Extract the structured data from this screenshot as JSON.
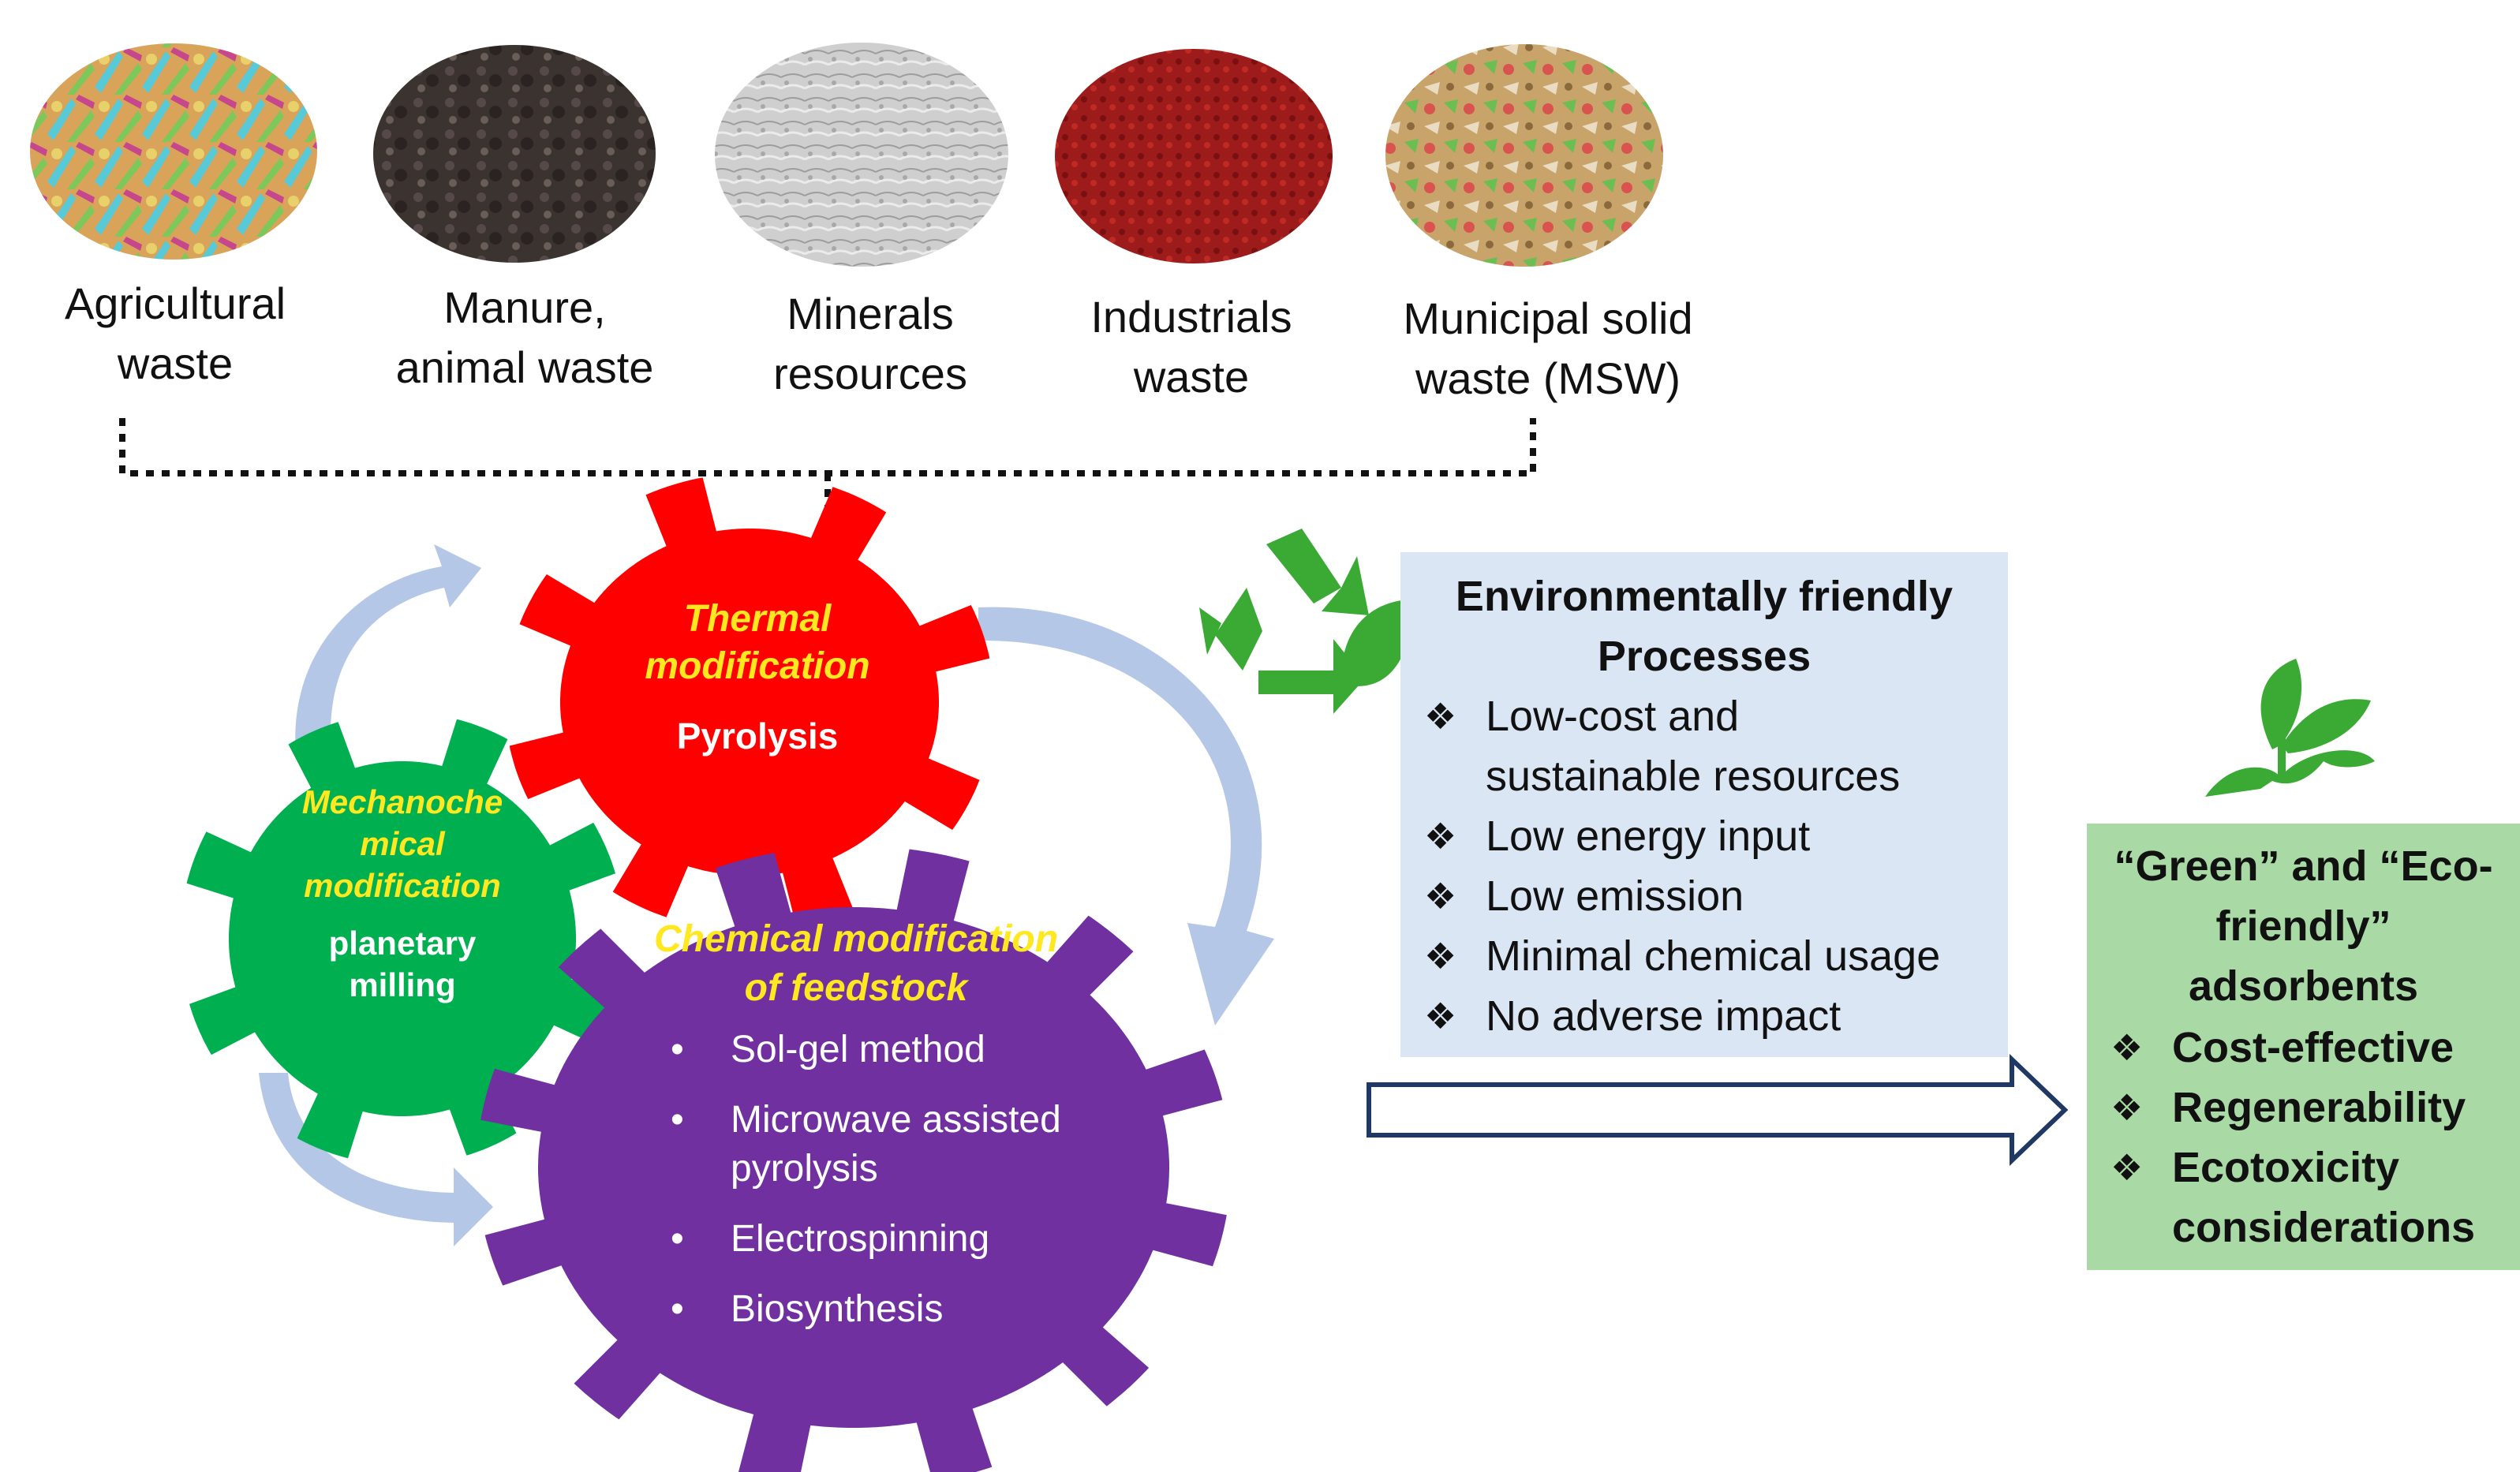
{
  "feedstocks": [
    {
      "id": "agricultural",
      "lines": [
        "Agricultural",
        "waste"
      ]
    },
    {
      "id": "manure",
      "lines": [
        "Manure,",
        "animal waste"
      ]
    },
    {
      "id": "minerals",
      "lines": [
        "Minerals",
        "resources"
      ]
    },
    {
      "id": "industrial",
      "lines": [
        "Industrials",
        "waste"
      ]
    },
    {
      "id": "msw",
      "lines": [
        "Municipal solid",
        "waste (MSW)"
      ]
    }
  ],
  "gears": {
    "thermal": {
      "title_lines": [
        "Thermal",
        "modification"
      ],
      "subtitle": "Pyrolysis",
      "color": "#ff0000"
    },
    "mechanochemical": {
      "title_lines": [
        "Mechanoche",
        "mical",
        "modification"
      ],
      "subtitle_lines": [
        "planetary",
        "milling"
      ],
      "color": "#00b050"
    },
    "chemical": {
      "title_lines": [
        "Chemical modification",
        "of feedstock"
      ],
      "color": "#7030a0",
      "methods": [
        {
          "lines": [
            "Sol-gel method"
          ]
        },
        {
          "lines": [
            "Microwave assisted",
            "pyrolysis"
          ]
        },
        {
          "lines": [
            "Electrospinning"
          ]
        },
        {
          "lines": [
            "Biosynthesis"
          ]
        }
      ]
    }
  },
  "env_box": {
    "title_lines": [
      "Environmentally friendly",
      "Processes"
    ],
    "bullet_symbol": "❖",
    "items": [
      {
        "lines": [
          "Low-cost and",
          "sustainable resources"
        ]
      },
      {
        "lines": [
          "Low energy input"
        ]
      },
      {
        "lines": [
          "Low emission"
        ]
      },
      {
        "lines": [
          "Minimal chemical usage"
        ]
      },
      {
        "lines": [
          "No adverse impact"
        ]
      }
    ],
    "color": "#dae6f4"
  },
  "result_box": {
    "title_lines": [
      "“Green” and “Eco-",
      "friendly”",
      "adsorbents"
    ],
    "bullet_symbol": "❖",
    "items": [
      {
        "lines": [
          "Cost-effective"
        ]
      },
      {
        "lines": [
          "Regenerability"
        ]
      },
      {
        "lines": [
          "Ecotoxicity",
          "considerations"
        ]
      }
    ],
    "color": "#a9d9a4"
  },
  "colors": {
    "cycle_arrow": "#b4c7e7",
    "icon_green": "#3aaa35",
    "flow_arrow_stroke": "#1f3864"
  },
  "icons": {
    "recycle": "recycle-leaf-icon",
    "hand": "hand-plant-icon"
  }
}
